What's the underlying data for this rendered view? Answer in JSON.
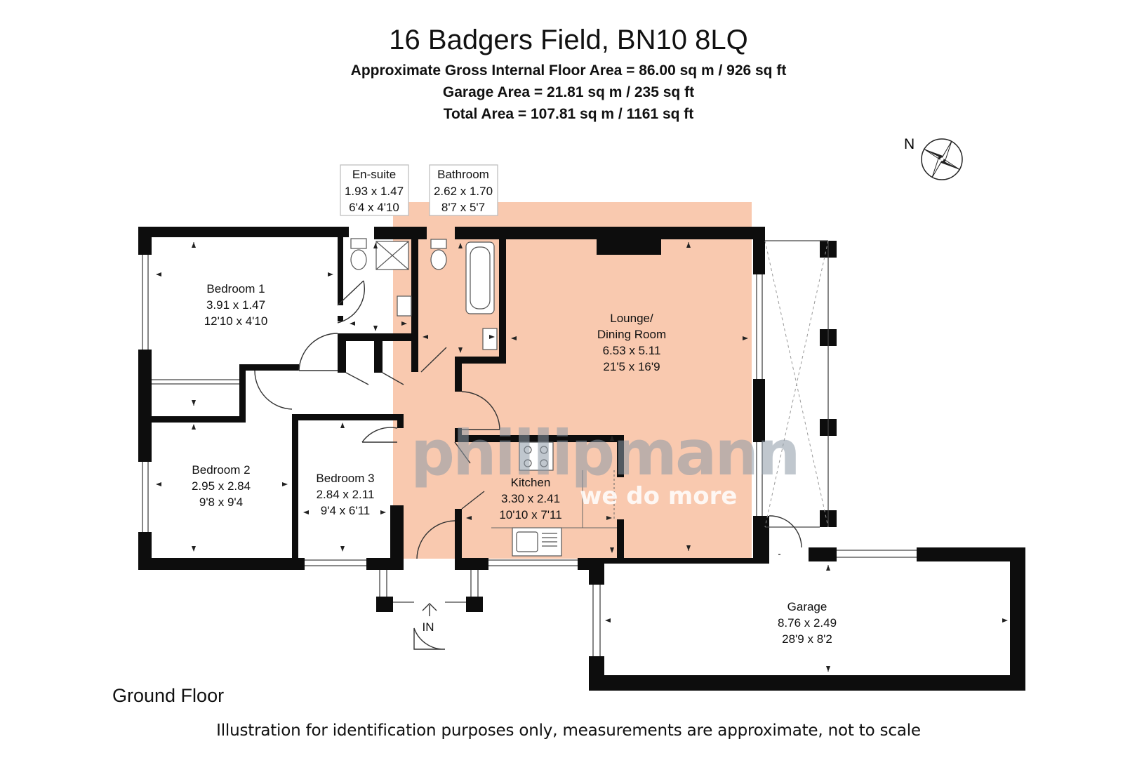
{
  "header": {
    "title": "16 Badgers Field, BN10 8LQ",
    "gross_area": "Approximate Gross Internal Floor Area = 86.00 sq m / 926 sq ft",
    "garage_area": "Garage Area = 21.81 sq m / 235 sq ft",
    "total_area": "Total Area = 107.81 sq m / 1161 sq ft"
  },
  "compass": {
    "label": "N"
  },
  "branding": {
    "name": "phillipmann",
    "tagline": "we do more",
    "color": "#f7c4a8"
  },
  "rooms": {
    "ensuite": {
      "name": "En-suite",
      "metric": "1.93 x 1.47",
      "imperial": "6'4 x 4'10"
    },
    "bathroom": {
      "name": "Bathroom",
      "metric": "2.62 x 1.70",
      "imperial": "8'7 x 5'7"
    },
    "bedroom1": {
      "name": "Bedroom 1",
      "metric": "3.91 x 1.47",
      "imperial": "12'10 x 4'10"
    },
    "lounge": {
      "name_line1": "Lounge/",
      "name_line2": "Dining Room",
      "metric": "6.53 x 5.11",
      "imperial": "21'5 x 16'9"
    },
    "bedroom2": {
      "name": "Bedroom 2",
      "metric": "2.95 x 2.84",
      "imperial": "9'8 x 9'4"
    },
    "bedroom3": {
      "name": "Bedroom 3",
      "metric": "2.84 x 2.11",
      "imperial": "9'4 x 6'11"
    },
    "kitchen": {
      "name": "Kitchen",
      "metric": "3.30 x 2.41",
      "imperial": "10'10 x 7'11"
    },
    "garage": {
      "name": "Garage",
      "metric": "8.76 x 2.49",
      "imperial": "28'9 x 8'2"
    }
  },
  "entrance": {
    "label": "IN"
  },
  "footer": {
    "floor": "Ground Floor",
    "disclaimer": "Illustration for identification purposes only, measurements are approximate, not to scale"
  },
  "colors": {
    "wall": "#0d0d0d",
    "watermark_text": "#8d99a6",
    "highlight": "#f9c6ab"
  }
}
